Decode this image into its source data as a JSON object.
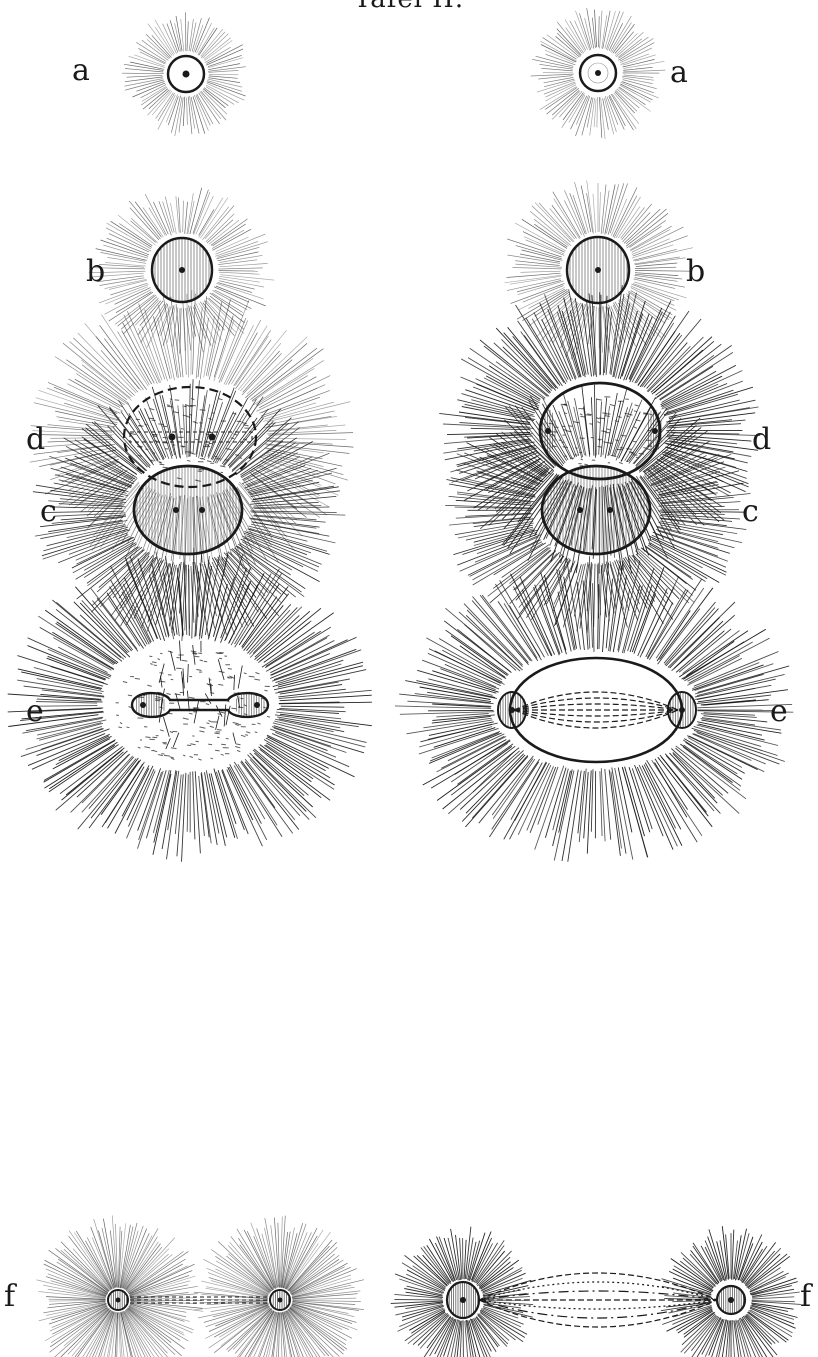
{
  "plate": {
    "header_text": "Tafel II.",
    "figures": [
      {
        "label": "a",
        "left_label": "a",
        "right_label": "a"
      },
      {
        "label": "b",
        "left_label": "b",
        "right_label": "b"
      },
      {
        "label": "c",
        "left_label": "c",
        "right_label": "c"
      },
      {
        "label": "d",
        "left_label": "d",
        "right_label": "d"
      },
      {
        "label": "e",
        "left_label": "e",
        "right_label": "e"
      },
      {
        "label": "f",
        "left_label": "f",
        "right_label": "f"
      }
    ]
  },
  "colors": {
    "ink": "#1a1a1a",
    "paper": "#ffffff",
    "shade": "#555555"
  }
}
